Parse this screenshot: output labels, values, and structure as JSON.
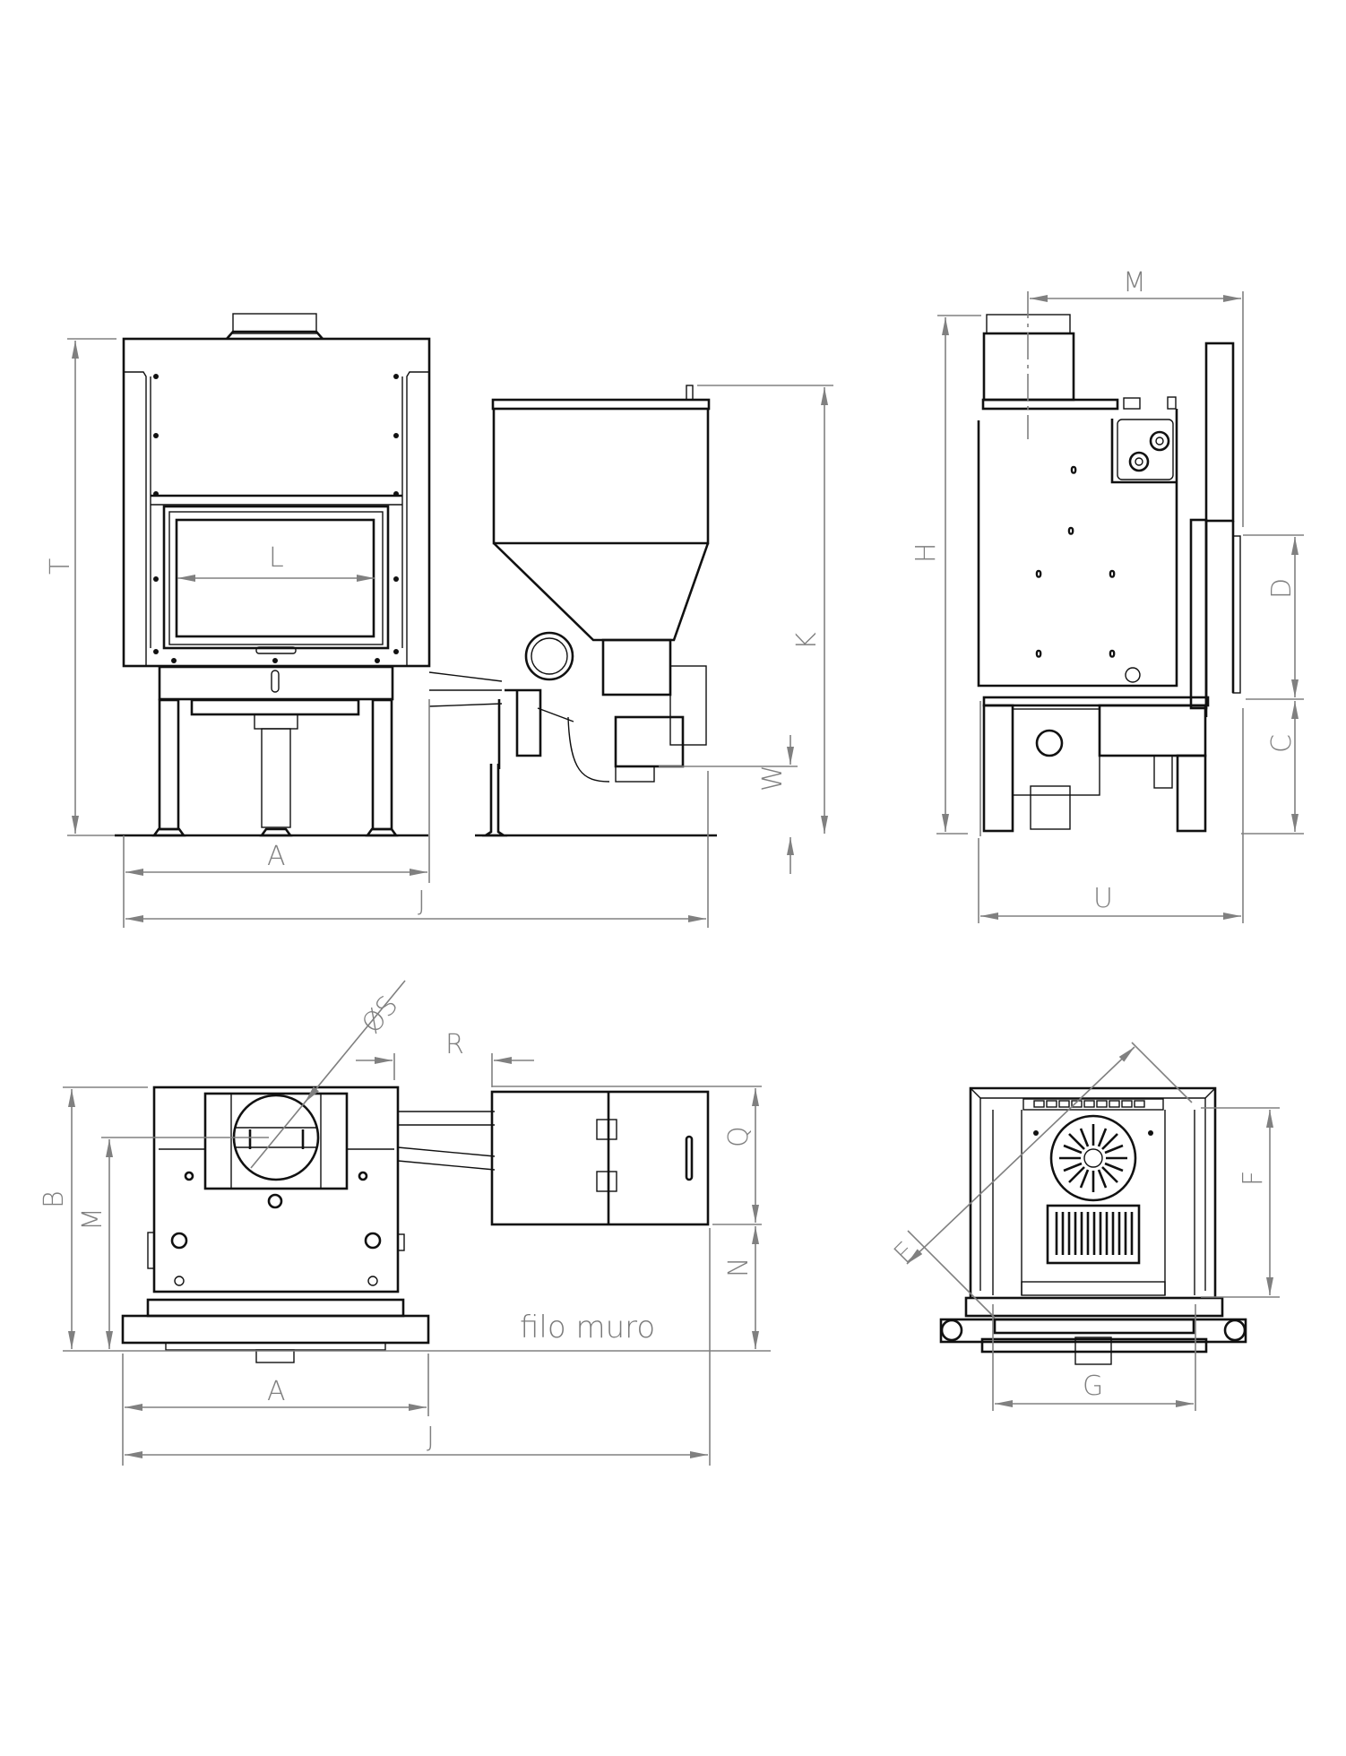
{
  "drawing": {
    "type": "technical dimension drawing - pellet stove insert with external hopper",
    "line_color": "#111111",
    "dimension_color": "#808080",
    "background": "#ffffff"
  },
  "views": {
    "front": {
      "labels": {
        "T": "T",
        "L": "L",
        "K": "K",
        "W": "W",
        "A": "A",
        "J": "J"
      }
    },
    "side": {
      "labels": {
        "M": "M",
        "H": "H",
        "D": "D",
        "C": "C",
        "U": "U"
      }
    },
    "plan": {
      "labels": {
        "S": "ØS",
        "R": "R",
        "B": "B",
        "M": "M",
        "Q": "Q",
        "N": "N",
        "A": "A",
        "J": "J"
      },
      "note": "filo muro"
    },
    "section": {
      "labels": {
        "E": "E",
        "F": "F",
        "G": "G"
      }
    }
  }
}
